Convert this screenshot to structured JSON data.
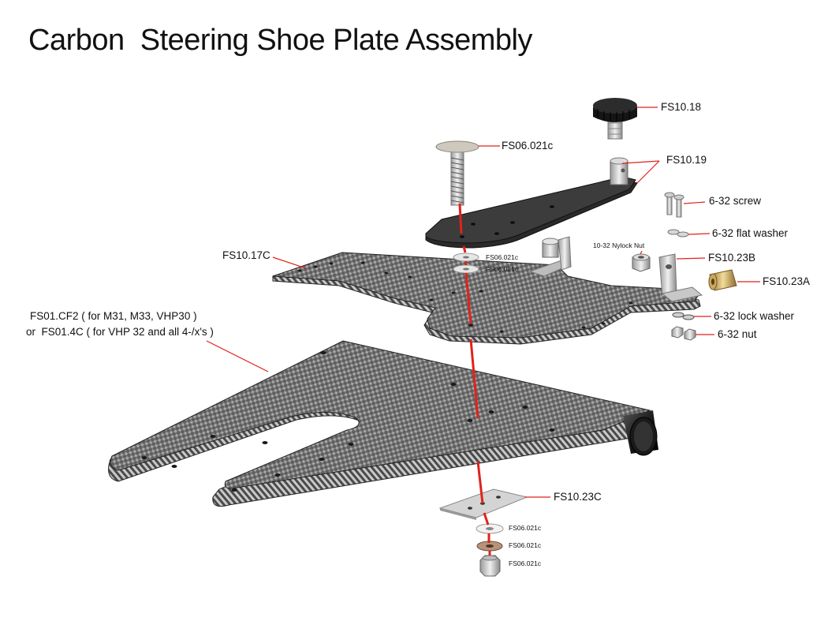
{
  "title": "Carbon  Steering Shoe Plate Assembly",
  "colors": {
    "leader": "#e0231b",
    "axis": "#e0231b",
    "carbon_dark": "#3a3a3a",
    "carbon_light": "#8a8a8a"
  },
  "labels": {
    "fs10_18": "FS10.18",
    "fs06_021c_top": "FS06.021c",
    "fs10_19": "FS10.19",
    "screw_632": "6-32 screw",
    "flat_washer_632": "6-32 flat washer",
    "fs10_17c": "FS10.17C",
    "nylock_nut": "10-32 Nylock Nut",
    "fs10_23b": "FS10.23B",
    "fs06_021c_w1": "FS06.021c",
    "fs06_021c_w2": "FS06.021c",
    "fs10_23a": "FS10.23A",
    "base_line1": "FS01.CF2 ( for M31, M33, VHP30 )",
    "base_line2": "or  FS01.4C ( for VHP 32 and all 4-/x's )",
    "lock_washer_632": "6-32 lock washer",
    "nut_632": "6-32 nut",
    "fs10_23c": "FS10.23C",
    "fs06_021c_b1": "FS06.021c",
    "fs06_021c_b2": "FS06.021c",
    "fs06_021c_b3": "FS06.021c"
  },
  "icons": [
    "knob",
    "bolt",
    "arm",
    "standoff",
    "screws",
    "washers",
    "top-plate",
    "bracket",
    "nylock-nut",
    "brass-standoff",
    "base-plate",
    "tube",
    "bottom-strap",
    "nut"
  ]
}
